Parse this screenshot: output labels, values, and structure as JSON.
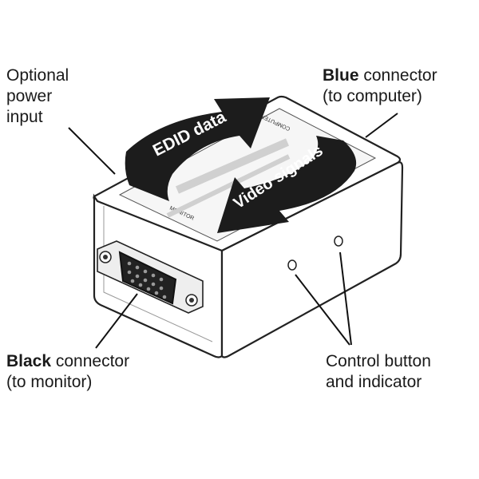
{
  "labels": {
    "power": [
      "Optional",
      "power",
      "input"
    ],
    "blue": {
      "bold": "Blue",
      "rest": " connector",
      "line2": "(to computer)"
    },
    "black": {
      "bold": "Black",
      "rest": " connector",
      "line2": "(to monitor)"
    },
    "control": [
      "Control button",
      "and indicator"
    ]
  },
  "arrows": {
    "edid": "EDID data",
    "video": "Video signals"
  },
  "device": {
    "monitor_tag": "MONITOR",
    "computer_tag": "COMPUTER"
  }
}
